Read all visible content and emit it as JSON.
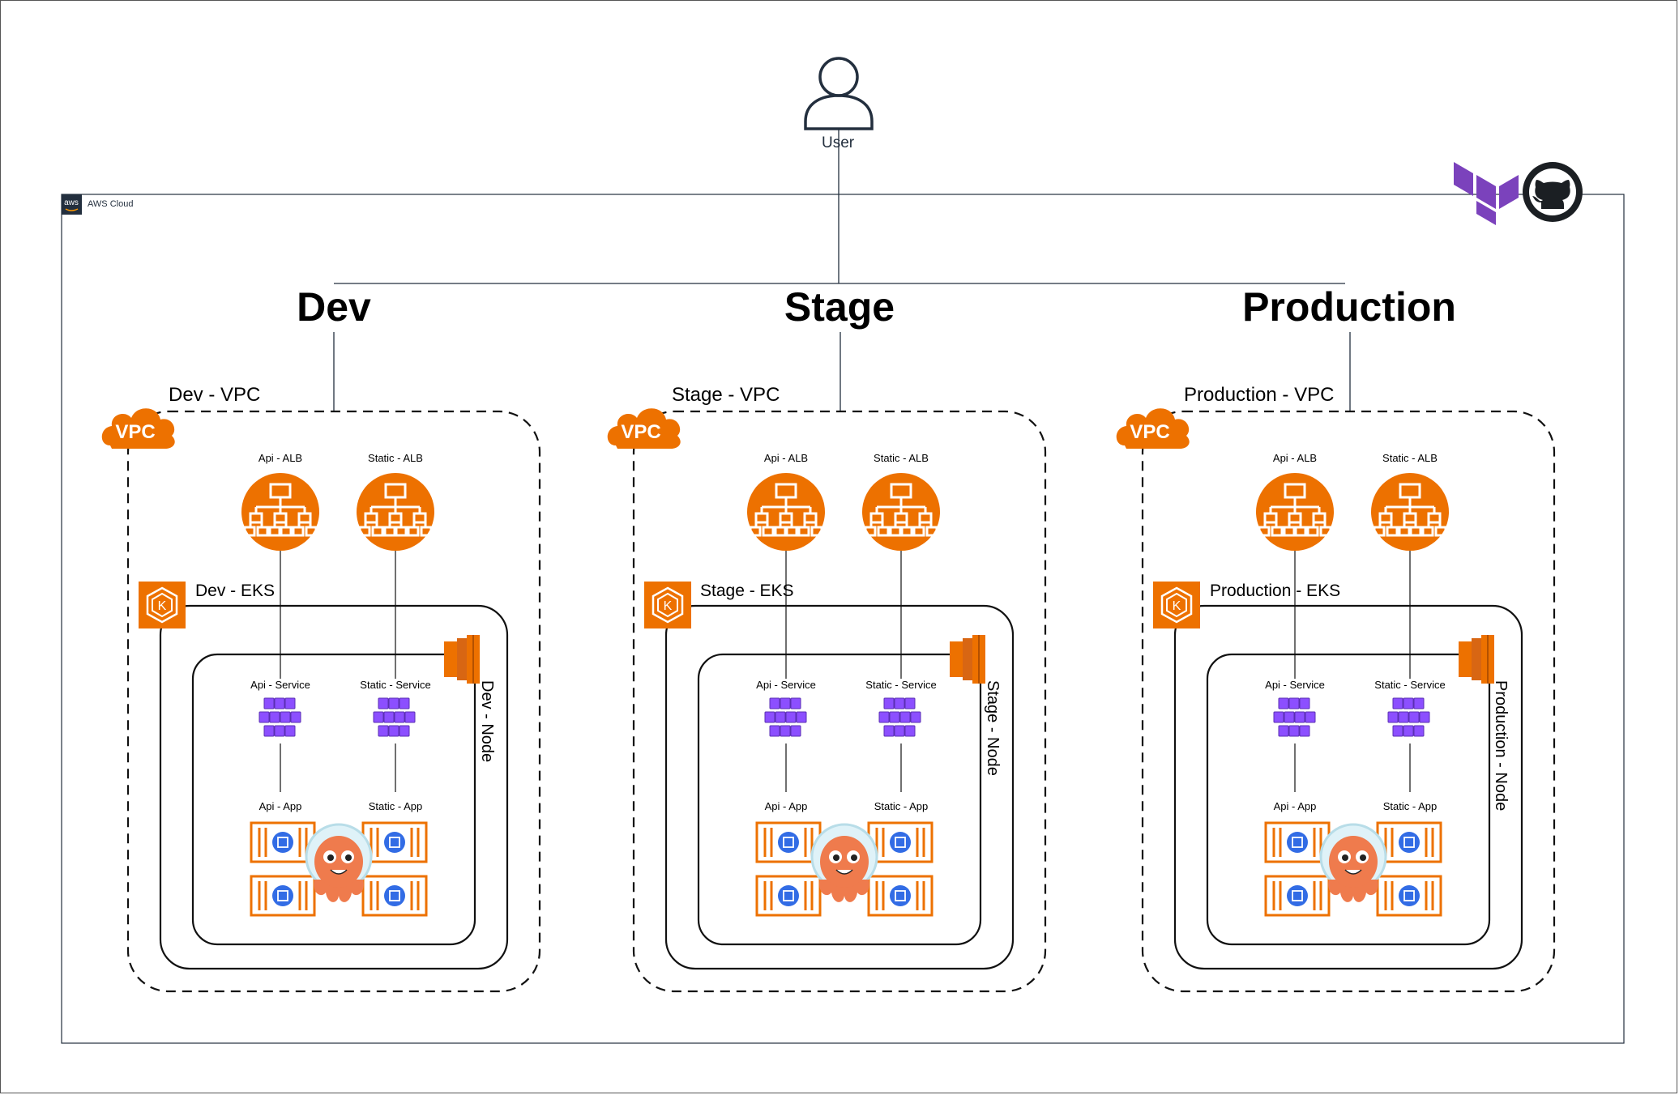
{
  "user": {
    "label": "User",
    "icon": "user-icon"
  },
  "aws": {
    "label": "AWS Cloud",
    "logo_text": "aws"
  },
  "tools": [
    "terraform-logo",
    "github-logo"
  ],
  "colors": {
    "aws_orange": "#ED7100",
    "k8s_purple": "#8C4FFF",
    "argo_orange": "#EF7B4D",
    "line": "#232F3E"
  },
  "environments": [
    {
      "name": "Dev",
      "vpc": "Dev - VPC",
      "eks": "Dev - EKS",
      "node": "Dev - Node",
      "api_alb": "Api - ALB",
      "static_alb": "Static - ALB",
      "api_service": "Api - Service",
      "static_service": "Static - Service",
      "api_app": "Api - App",
      "static_app": "Static - App"
    },
    {
      "name": "Stage",
      "vpc": "Stage - VPC",
      "eks": "Stage - EKS",
      "node": "Stage - Node",
      "api_alb": "Api - ALB",
      "static_alb": "Static - ALB",
      "api_service": "Api - Service",
      "static_service": "Static - Service",
      "api_app": "Api - App",
      "static_app": "Static - App"
    },
    {
      "name": "Production",
      "vpc": "Production - VPC",
      "eks": "Production - EKS",
      "node": "Production - Node",
      "api_alb": "Api - ALB",
      "static_alb": "Static - ALB",
      "api_service": "Api - Service",
      "static_service": "Static - Service",
      "api_app": "Api - App",
      "static_app": "Static - App"
    }
  ],
  "vpc_badge": "VPC"
}
